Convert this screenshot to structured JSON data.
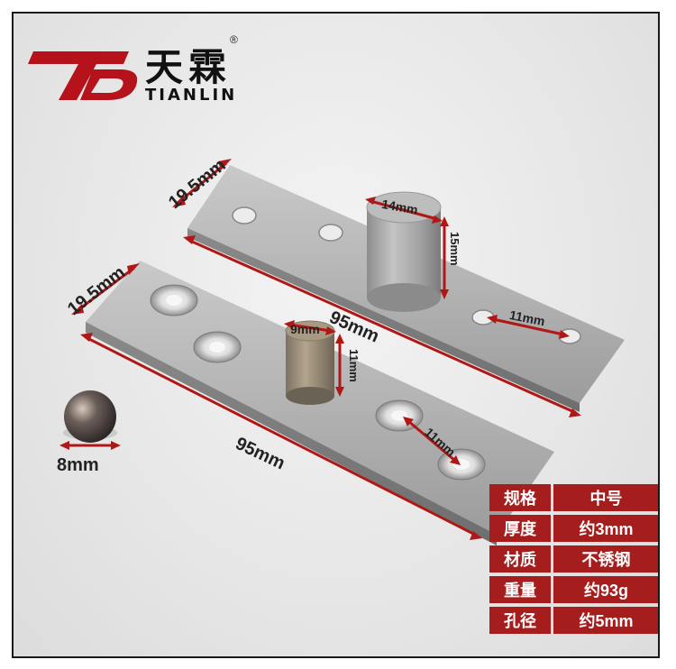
{
  "brand": {
    "name_cn": "天霖",
    "name_en": "TIANLIN",
    "registered_mark": "®",
    "logo_mark": "TD",
    "logo_color": "#b5121b"
  },
  "dimensions": {
    "plate_width_top": "19.5mm",
    "plate_width_bottom": "19.5mm",
    "plate_length_top": "95mm",
    "plate_length_bottom": "95mm",
    "pin_diameter_top": "14mm",
    "pin_height_top": "15mm",
    "hole_spacing_top": "11mm",
    "pin_diameter_bottom": "9mm",
    "pin_height_bottom": "11mm",
    "hole_spacing_bottom": "11mm",
    "ball_diameter": "8mm"
  },
  "arrow_color": "#b01818",
  "spec_table": [
    {
      "key": "规格",
      "value": "中号"
    },
    {
      "key": "厚度",
      "value": "约3mm"
    },
    {
      "key": "材质",
      "value": "不锈钢"
    },
    {
      "key": "重量",
      "value": "约93g"
    },
    {
      "key": "孔径",
      "value": "约5mm"
    }
  ],
  "table_color": "#a61d1d"
}
